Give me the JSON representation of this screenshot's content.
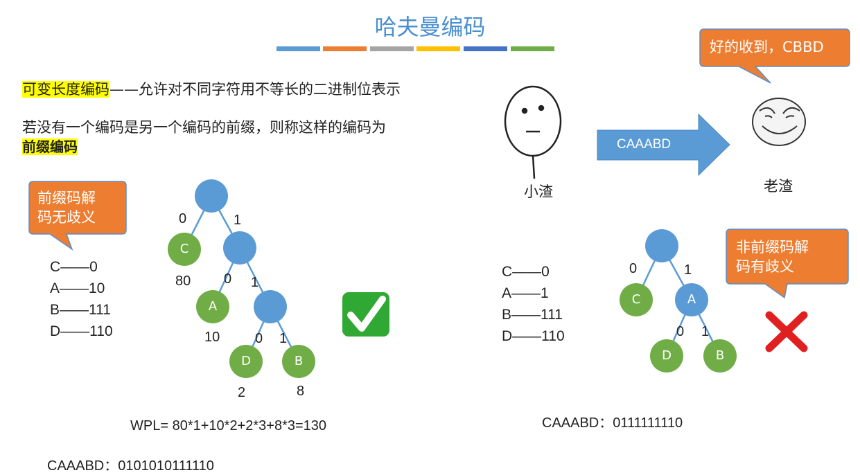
{
  "title": "哈夫曼编码",
  "color_bar": [
    "#5b9bd5",
    "#ed7d31",
    "#a5a5a5",
    "#ffc000",
    "#4472c4",
    "#70ad47"
  ],
  "definition": {
    "term": "可变长度编码",
    "text": "——允许对不同字符用不等长的二进制位表示"
  },
  "prefix_def": {
    "text": "若没有一个编码是另一个编码的前缀，则称这样的编码为",
    "term": "前缀编码"
  },
  "left": {
    "callout": [
      "前缀码解",
      "码无歧义"
    ],
    "codes": [
      "C——0",
      "A——10",
      "B——111",
      "D——110"
    ],
    "tree": {
      "nodes": [
        "C",
        "A",
        "D",
        "B"
      ],
      "edge_labels": [
        "0",
        "1",
        "0",
        "1",
        "0",
        "1"
      ],
      "weights": [
        "80",
        "10",
        "2",
        "8"
      ]
    },
    "check": "✓",
    "wpl": "WPL= 80*1+10*2+2*3+8*3=130",
    "encoded": "CAAABD：0101010111110"
  },
  "right": {
    "callout_top": "好的收到，CBBD",
    "arrow_text": "CAAABD",
    "sender": "小渣",
    "receiver": "老渣",
    "callout": [
      "非前缀码解",
      "码有歧义"
    ],
    "codes": [
      "C——0",
      "A——1",
      "B——111",
      "D——110"
    ],
    "tree": {
      "nodes": [
        "C",
        "A",
        "D",
        "B"
      ],
      "edge_labels": [
        "0",
        "1",
        "0",
        "1"
      ]
    },
    "cross": "✕",
    "encoded": "CAAABD：0111111110"
  },
  "colors": {
    "title": "#4a8fd0",
    "callout": "#ed7d31",
    "node_blue": "#5b9bd5",
    "node_green": "#70ad47",
    "arrow": "#5b9bd5",
    "check_bg": "#2fa834",
    "cross": "#e02020"
  }
}
